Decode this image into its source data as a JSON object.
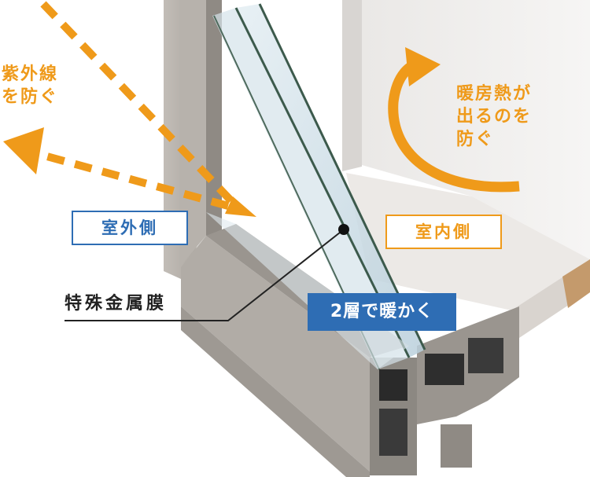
{
  "labels": {
    "uv_block": "紫外線\nを防ぐ",
    "heat_keep": "暖房熱が\n出るのを\n防ぐ",
    "outside": "室外側",
    "inside": "室内側",
    "special_metal_film": "特殊金属膜",
    "double_layer_warm": "2層で暖かく"
  },
  "colors": {
    "accent_orange": "#ef9a1a",
    "accent_blue": "#2e6db4",
    "frame_gray": "#b1aca6",
    "glass_blue": "#c9dbe4",
    "sill_wood": "#c49a6c"
  }
}
